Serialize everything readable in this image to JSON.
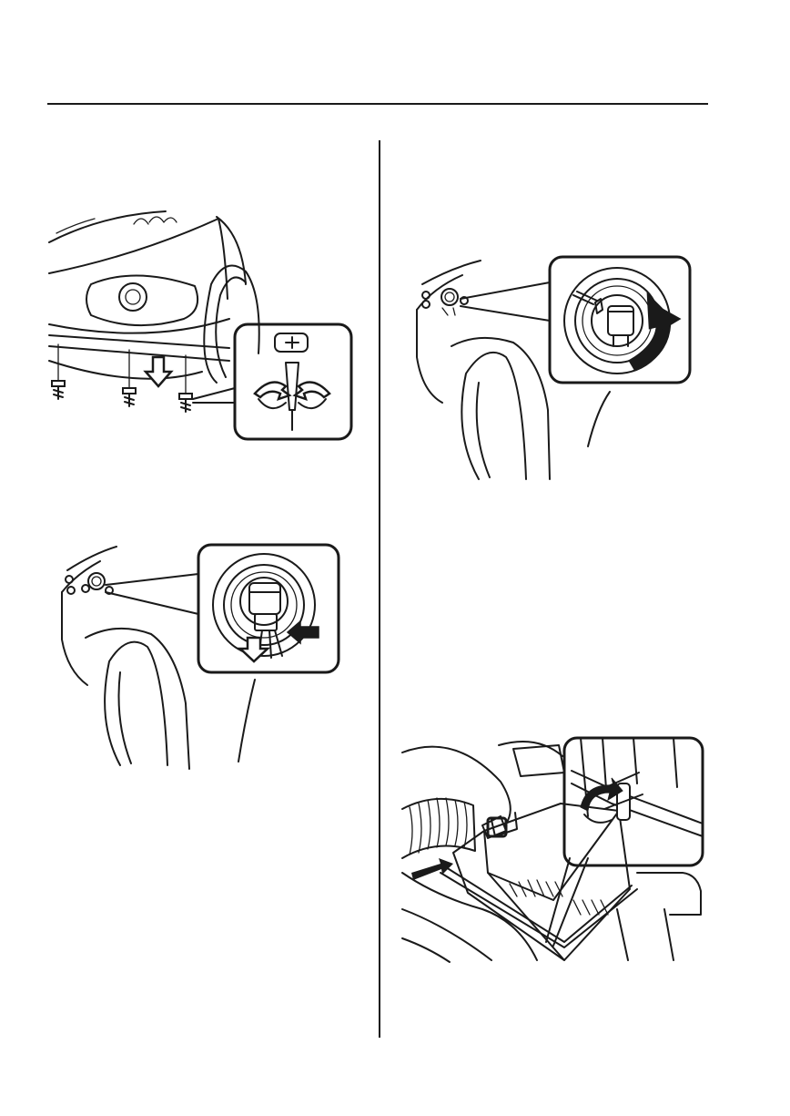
{
  "page": {
    "background": "#ffffff",
    "line_color": "#1a1a1a"
  },
  "figures": [
    {
      "icon": "bumper-screw-removal-illustration"
    },
    {
      "icon": "headlight-bulb-twist-illustration"
    },
    {
      "icon": "connector-release-illustration"
    },
    {
      "icon": "air-cleaner-clamp-illustration"
    }
  ]
}
